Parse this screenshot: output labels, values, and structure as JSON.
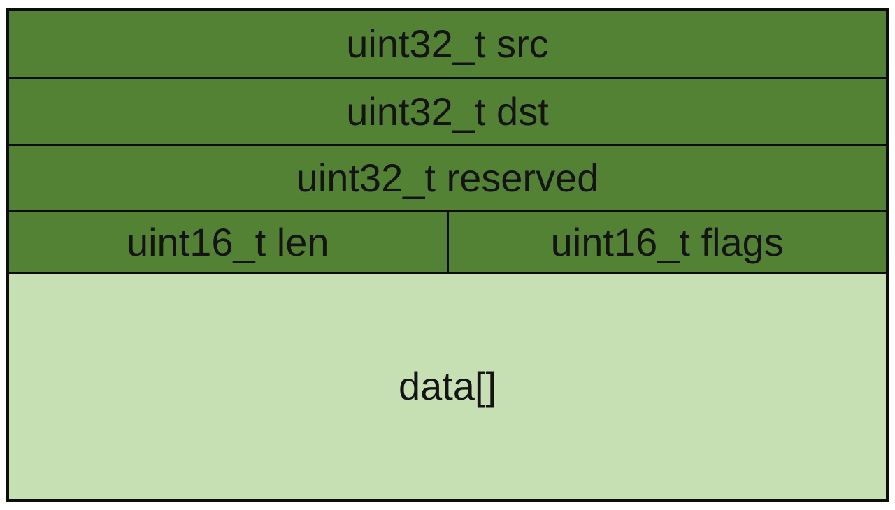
{
  "diagram": {
    "type": "packet-structure",
    "rows": [
      {
        "cells": [
          {
            "label": "uint32_t src"
          }
        ]
      },
      {
        "cells": [
          {
            "label": "uint32_t dst"
          }
        ]
      },
      {
        "cells": [
          {
            "label": "uint32_t reserved"
          }
        ]
      },
      {
        "cells": [
          {
            "label": "uint16_t len"
          },
          {
            "label": "uint16_t flags"
          }
        ]
      },
      {
        "cells": [
          {
            "label": "data[]"
          }
        ]
      }
    ]
  },
  "colors": {
    "header_fill": "#548235",
    "data_fill": "#c6e0b4",
    "border": "#0d0d0d",
    "text": "#141414"
  }
}
